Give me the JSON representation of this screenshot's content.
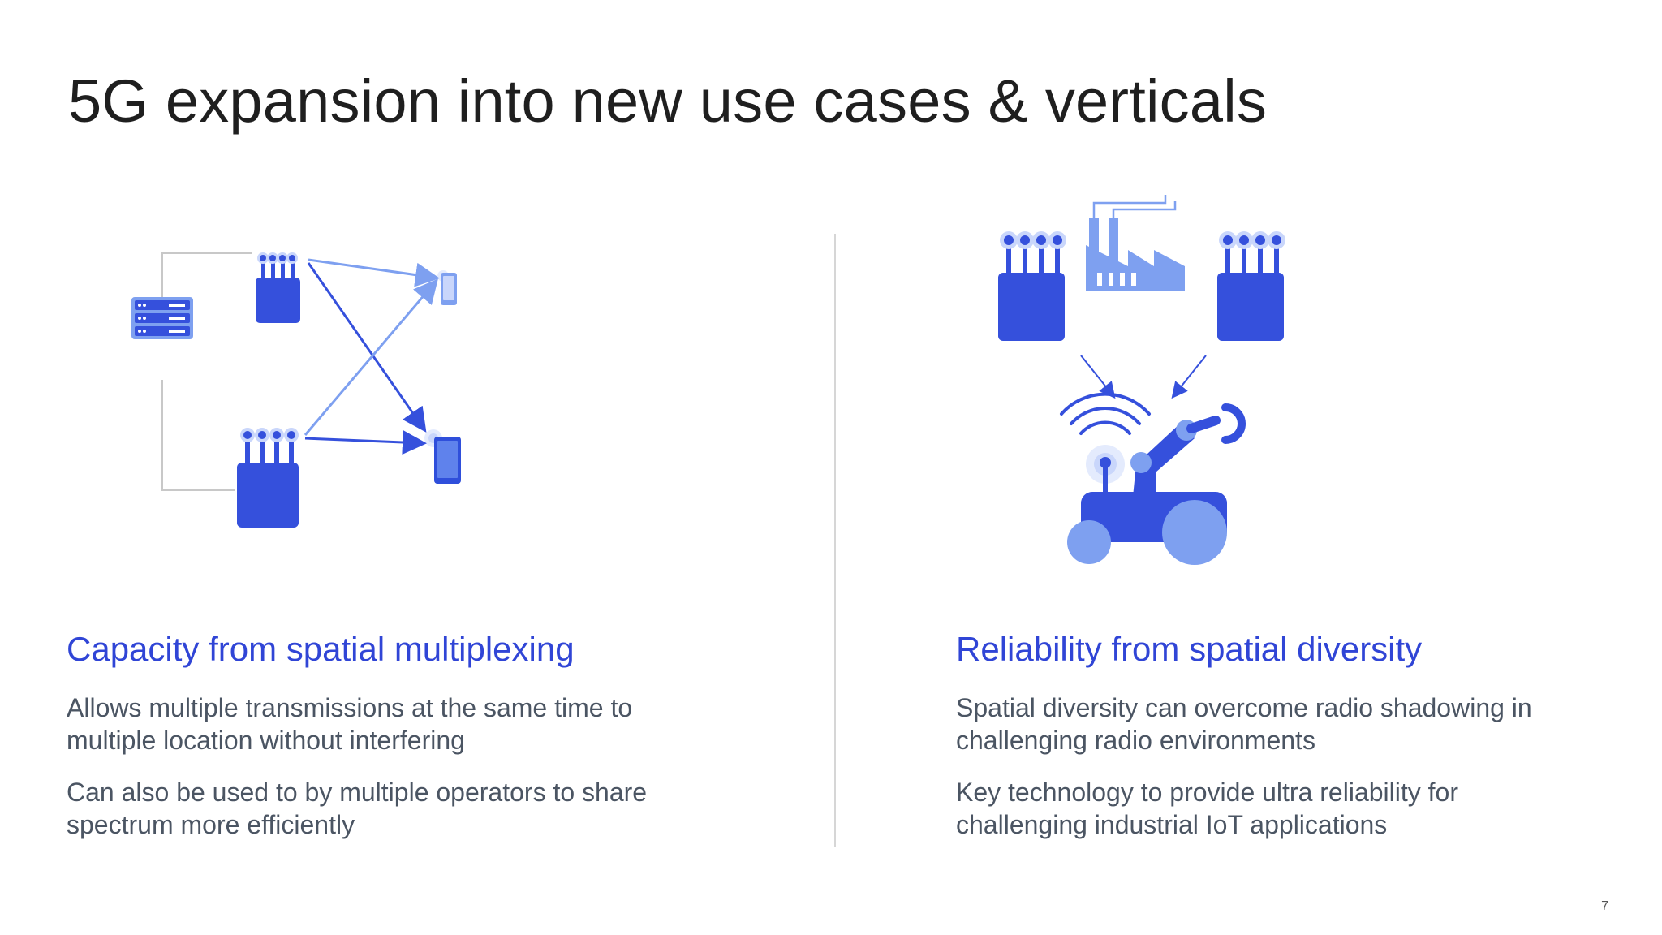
{
  "slide": {
    "title": "5G expansion into new use cases & verticals",
    "page_number": "7"
  },
  "left": {
    "heading": "Capacity from spatial multiplexing",
    "paragraphs": [
      "Allows multiple transmissions at the same time to multiple location without interfering",
      "Can also be used to by multiple operators to share spectrum more efficiently"
    ]
  },
  "right": {
    "heading": "Reliability from spatial diversity",
    "paragraphs": [
      "Spatial diversity can overcome radio shadowing in challenging radio environments",
      "Key technology to provide ultra reliability for challenging industrial IoT applications"
    ]
  },
  "colors": {
    "primary_blue": "#2f4fdb",
    "light_blue": "#7ea0f0",
    "heading_blue": "#3045d6",
    "body_text": "#4b5563"
  },
  "icons": {
    "left_illustration": [
      "server-icon",
      "antenna-router-icon",
      "phone-icon",
      "arrow-icon"
    ],
    "right_illustration": [
      "antenna-router-icon",
      "factory-icon",
      "robot-arm-icon",
      "wifi-signal-icon"
    ]
  }
}
